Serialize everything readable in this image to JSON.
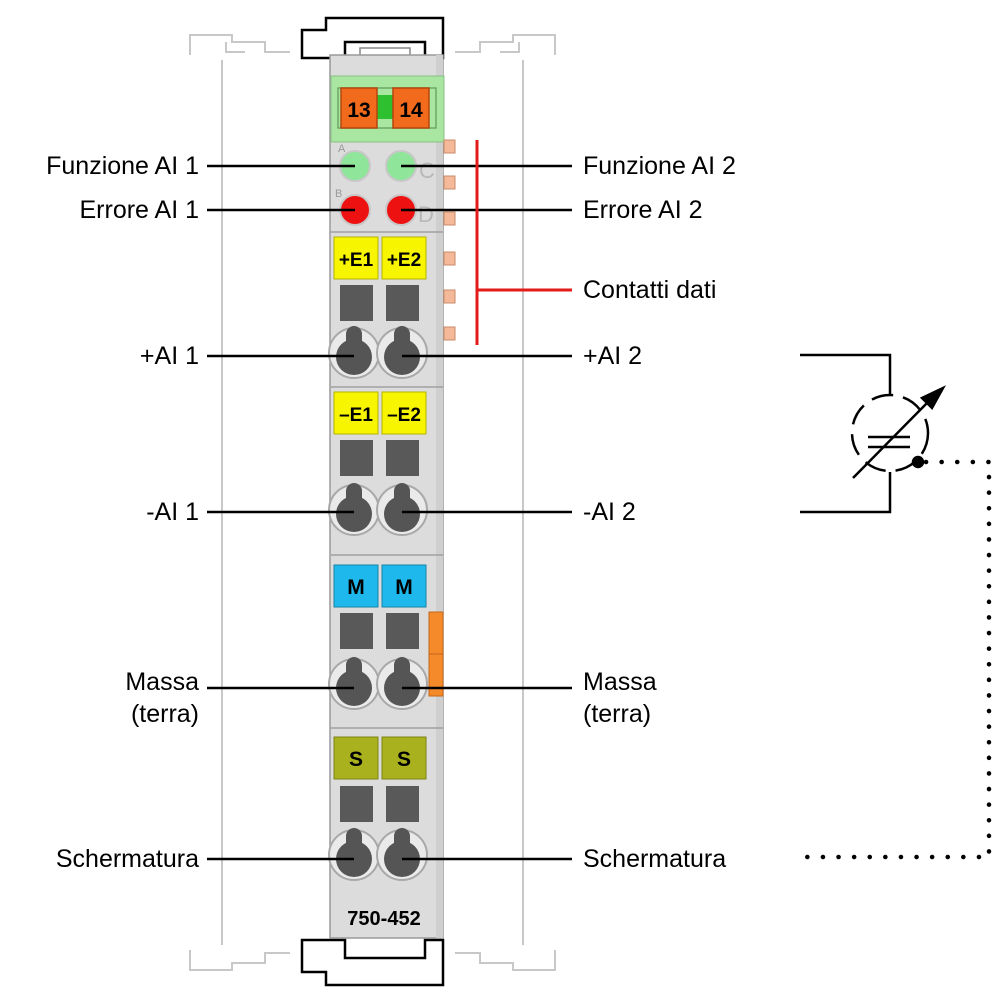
{
  "colors": {
    "housing": "#dcdcdc",
    "header_green": "#a8e6a1",
    "terminal_orange": "#f26b1d",
    "led_green": "#8fe59a",
    "led_red": "#ee1111",
    "marker_yellow": "#f7f500",
    "marker_blue": "#1fb8ec",
    "marker_olive": "#a9b21e",
    "slot_gray": "#595959",
    "contacts_red": "#e41b1b",
    "data_contact": "#f4b998"
  },
  "header": {
    "terminal_left": "13",
    "terminal_right": "14"
  },
  "led_pins": {
    "a": "A",
    "b": "B",
    "c": "C",
    "d": "D"
  },
  "markers": {
    "e1_plus": "+E1",
    "e2_plus": "+E2",
    "e1_minus": "–E1",
    "e2_minus": "–E2",
    "m_left": "M",
    "m_right": "M",
    "s_left": "S",
    "s_right": "S"
  },
  "model_number": "750-452",
  "labels_left": {
    "funzione_ai1": "Funzione AI 1",
    "errore_ai1": "Errore AI 1",
    "plus_ai1": "+AI 1",
    "minus_ai1": "-AI 1",
    "massa_line1": "Massa",
    "massa_line2": "(terra)",
    "schermatura": "Schermatura"
  },
  "labels_right": {
    "funzione_ai2": "Funzione AI 2",
    "errore_ai2": "Errore AI 2",
    "contatti_dati": "Contatti dati",
    "plus_ai2": "+AI 2",
    "minus_ai2": "-AI 2",
    "massa_line1": "Massa",
    "massa_line2": "(terra)",
    "schermatura": "Schermatura"
  },
  "symbol": {
    "icon": "variable-resistor-sensor-icon"
  }
}
